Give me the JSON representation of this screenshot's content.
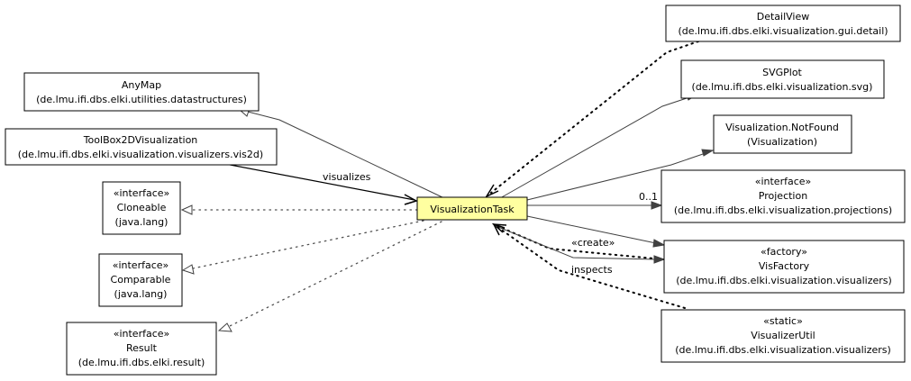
{
  "nodes": {
    "visualization_task": {
      "name": "VisualizationTask"
    },
    "anymap": {
      "name": "AnyMap",
      "package": "(de.lmu.ifi.dbs.elki.utilities.datastructures)"
    },
    "toolbox": {
      "name": "ToolBox2DVisualization",
      "package": "(de.lmu.ifi.dbs.elki.visualization.visualizers.vis2d)"
    },
    "cloneable": {
      "stereotype": "«interface»",
      "name": "Cloneable",
      "package": "(java.lang)"
    },
    "comparable": {
      "stereotype": "«interface»",
      "name": "Comparable",
      "package": "(java.lang)"
    },
    "result": {
      "stereotype": "«interface»",
      "name": "Result",
      "package": "(de.lmu.ifi.dbs.elki.result)"
    },
    "detailview": {
      "name": "DetailView",
      "package": "(de.lmu.ifi.dbs.elki.visualization.gui.detail)"
    },
    "svgplot": {
      "name": "SVGPlot",
      "package": "(de.lmu.ifi.dbs.elki.visualization.svg)"
    },
    "notfound": {
      "name": "Visualization.NotFound",
      "package": "(Visualization)"
    },
    "projection": {
      "stereotype": "«interface»",
      "name": "Projection",
      "package": "(de.lmu.ifi.dbs.elki.visualization.projections)"
    },
    "visfactory": {
      "stereotype": "«factory»",
      "name": "VisFactory",
      "package": "(de.lmu.ifi.dbs.elki.visualization.visualizers)"
    },
    "visualizerutil": {
      "stereotype": "«static»",
      "name": "VisualizerUtil",
      "package": "(de.lmu.ifi.dbs.elki.visualization.visualizers)"
    }
  },
  "edges": {
    "visualizes": "visualizes",
    "multiplicity": "0..1",
    "create": "«create»",
    "inspects": "inspects"
  }
}
